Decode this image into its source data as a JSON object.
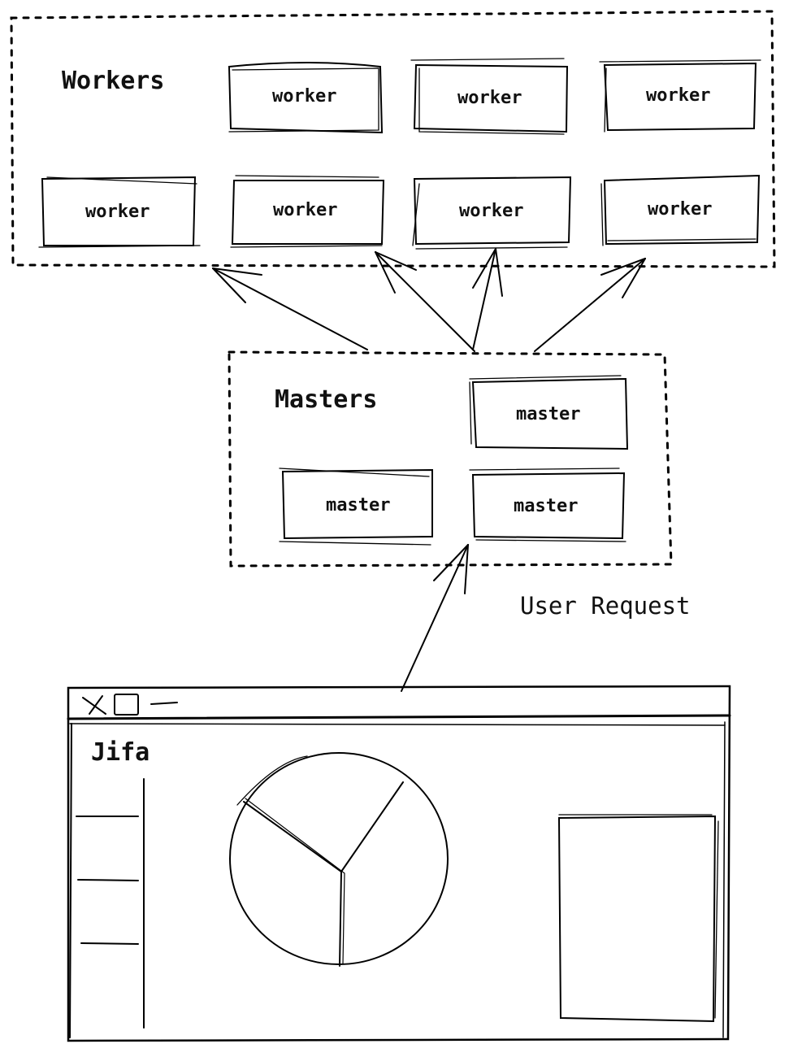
{
  "diagram": {
    "workers_group": {
      "title": "Workers",
      "nodes": [
        "worker",
        "worker",
        "worker",
        "worker",
        "worker",
        "worker",
        "worker"
      ]
    },
    "masters_group": {
      "title": "Masters",
      "nodes": [
        "master",
        "master",
        "master"
      ]
    },
    "edge_label": "User Request",
    "app_window": {
      "title": "Jifa",
      "titlebar_icons": [
        "close-icon",
        "maximize-icon",
        "minimize-icon"
      ],
      "sidebar_item_count": 3,
      "content": [
        "pie-chart",
        "panel"
      ]
    },
    "colors": {
      "stroke": "#000000",
      "background": "#ffffff"
    }
  }
}
